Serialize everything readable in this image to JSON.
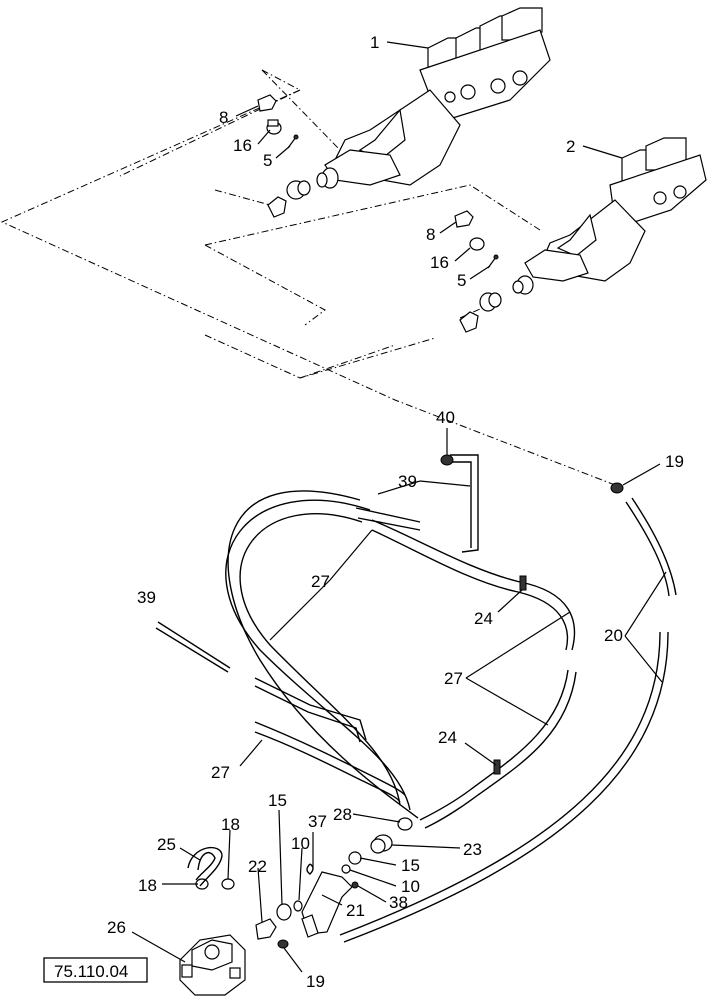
{
  "reference_box": "75.110.04",
  "callouts": {
    "c1": "1",
    "c2": "2",
    "c8a": "8",
    "c16a": "16",
    "c5a": "5",
    "c8b": "8",
    "c16b": "16",
    "c5b": "5",
    "c40": "40",
    "c39a": "39",
    "c39b": "39",
    "c19a": "19",
    "c27a": "27",
    "c24a": "24",
    "c20": "20",
    "c27b": "27",
    "c24b": "24",
    "c27c": "27",
    "c15a": "15",
    "c18a": "18",
    "c37": "37",
    "c28": "28",
    "c25": "25",
    "c10a": "10",
    "c23": "23",
    "c15b": "15",
    "c10b": "10",
    "c38": "38",
    "c22": "22",
    "c18b": "18",
    "c21": "21",
    "c26": "26",
    "c19b": "19"
  }
}
